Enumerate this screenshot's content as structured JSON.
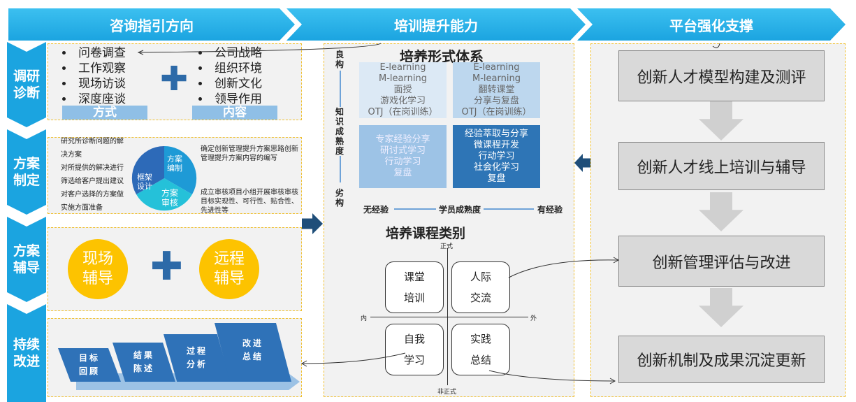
{
  "header": [
    "咨询指引方向",
    "培训提升能力",
    "平台强化支撑"
  ],
  "side": [
    "调研诊断",
    "方案制定",
    "方案辅导",
    "持续改进"
  ],
  "research": {
    "methods": [
      "问卷调查",
      "工作观察",
      "现场访谈",
      "深度座谈"
    ],
    "contents": [
      "公司战略",
      "组织环境",
      "创新文化",
      "领导作用"
    ],
    "methods_label": "方式",
    "contents_label": "内容"
  },
  "plan": {
    "left": [
      "研究所诊断问题的解",
      "决方案",
      "对所提供的解决进行",
      "筛选给客户提出建议",
      "对客户选择的方案做",
      "实施方面准备"
    ],
    "cycle": [
      "方案编制",
      "框架设计",
      "方案审核"
    ],
    "right_top": "确定创新管理提升方案思路创新管理提升方案内容的编写",
    "right_bottom": "成立审核项目小组开展审核审核目标实现性、可行性、贴合性、先进性等"
  },
  "coach": [
    "现场辅导",
    "远程辅导"
  ],
  "improve": [
    "目标回顾",
    "结果陈述",
    "过程分析",
    "改进总结"
  ],
  "forms": {
    "title": "培养形式体系",
    "y_top": "良构",
    "y_label": "知识成熟度",
    "y_bottom": "劣构",
    "x_left": "无经验",
    "x_label": "学员成熟度",
    "x_right": "有经验",
    "cells": [
      [
        "E-learning",
        "M-learning",
        "面授",
        "游戏化学习",
        "OTJ（在岗训练）"
      ],
      [
        "E-learning",
        "M-learning",
        "翻转课堂",
        "分享与复盘",
        "OTJ（在岗训练）"
      ],
      [
        "专家经验分享",
        "研讨式学习",
        "行动学习",
        "复盘"
      ],
      [
        "经验萃取与分享",
        "微课程开发",
        "行动学习",
        "社会化学习",
        "复盘"
      ]
    ]
  },
  "courses": {
    "title": "培养课程类别",
    "top": "正式",
    "bottom": "非正式",
    "left": "内",
    "right": "外",
    "cells": [
      [
        "课堂",
        "培训"
      ],
      [
        "人际",
        "交流"
      ],
      [
        "自我",
        "学习"
      ],
      [
        "实践",
        "总结"
      ]
    ]
  },
  "platform": [
    "创新人才模型构建及测评",
    "创新人才线上培训与辅导",
    "创新管理评估与改进",
    "创新机制及成果沉淀更新"
  ]
}
